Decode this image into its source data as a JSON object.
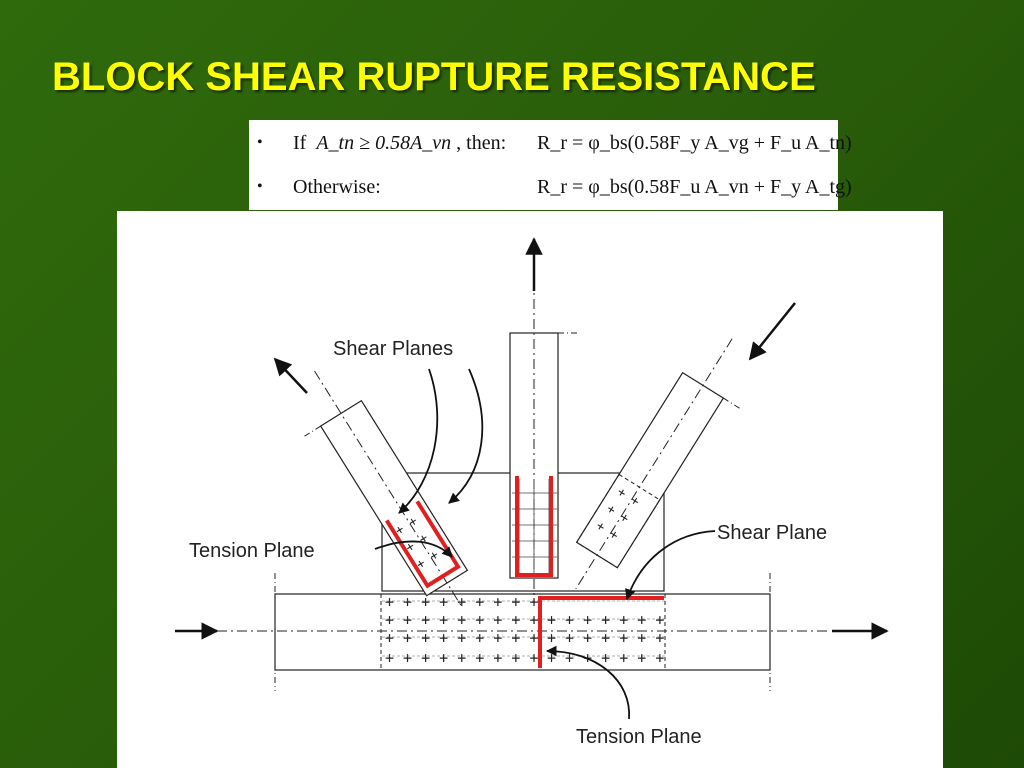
{
  "title": "BLOCK SHEAR RUPTURE RESISTANCE",
  "formulas": [
    {
      "bullet": "•",
      "condition_prefix": "If",
      "condition_math": "A_tn ≥ 0.58A_vn",
      "condition_suffix": ", then:",
      "equation": "R_r = φ_bs(0.58F_y A_vg + F_u A_tn)"
    },
    {
      "bullet": "•",
      "condition_prefix": "Otherwise:",
      "condition_math": "",
      "condition_suffix": "",
      "equation": "R_r = φ_bs(0.58F_u A_vn + F_y A_tg)"
    }
  ],
  "diagram": {
    "labels": {
      "shear_planes": "Shear Planes",
      "tension_plane_left": "Tension Plane",
      "shear_plane_right": "Shear Plane",
      "tension_plane_bottom": "Tension Plane"
    },
    "colors": {
      "highlight": "#e02020",
      "line": "#222222",
      "title": "#ffff00",
      "background": "#2a5e0a"
    }
  }
}
